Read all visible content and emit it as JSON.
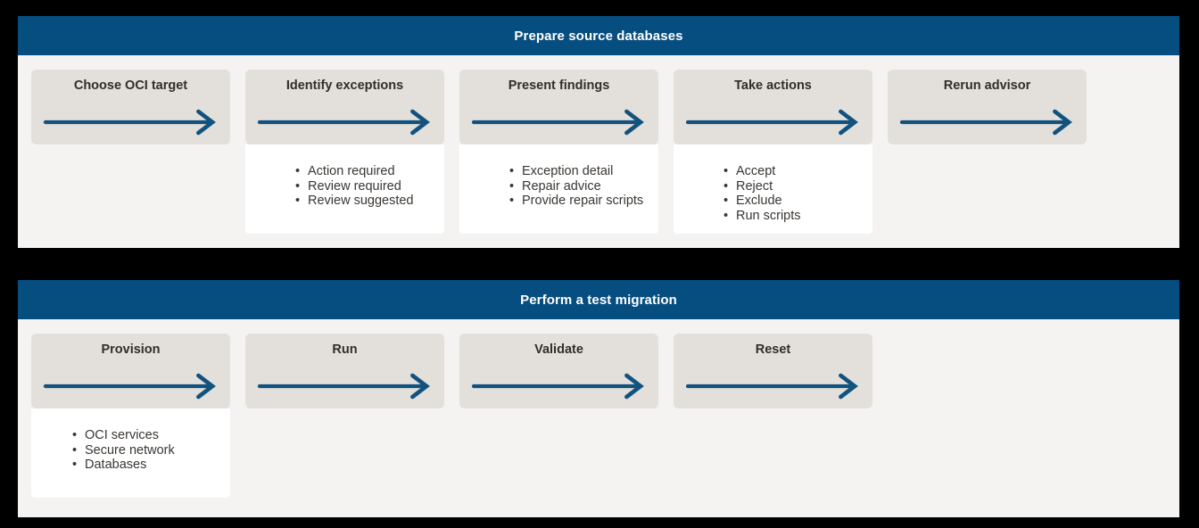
{
  "diagram": {
    "type": "process-flow",
    "panels": [
      {
        "id": "prepare-source-databases",
        "title": "Prepare source databases",
        "header_color": "#074e80",
        "steps": [
          {
            "label": "Choose OCI target",
            "bullets": []
          },
          {
            "label": "Identify exceptions",
            "bullets": [
              "Action required",
              "Review required",
              "Review suggested"
            ]
          },
          {
            "label": "Present findings",
            "bullets": [
              "Exception detail",
              "Repair advice",
              "Provide repair scripts"
            ]
          },
          {
            "label": "Take actions",
            "bullets": [
              "Accept",
              "Reject",
              "Exclude",
              "Run scripts"
            ]
          },
          {
            "label": "Rerun advisor",
            "bullets": []
          }
        ]
      },
      {
        "id": "perform-a-test-migration",
        "title": "Perform a test migration",
        "header_color": "#074e80",
        "steps": [
          {
            "label": "Provision",
            "bullets": [
              "OCI services",
              "Secure network",
              "Databases"
            ]
          },
          {
            "label": "Run",
            "bullets": []
          },
          {
            "label": "Validate",
            "bullets": []
          },
          {
            "label": "Reset",
            "bullets": []
          }
        ]
      }
    ],
    "bullet_glyph": "•",
    "colors": {
      "header_blue": "#074e80",
      "arrow_blue": "#12527f",
      "card_gray": "#e3e0db",
      "panel_background": "#f4f3f1",
      "bullet_box": "#ffffff",
      "title_text": "#312d2a",
      "bullet_text": "#3a3632",
      "page_background": "#000000"
    }
  }
}
